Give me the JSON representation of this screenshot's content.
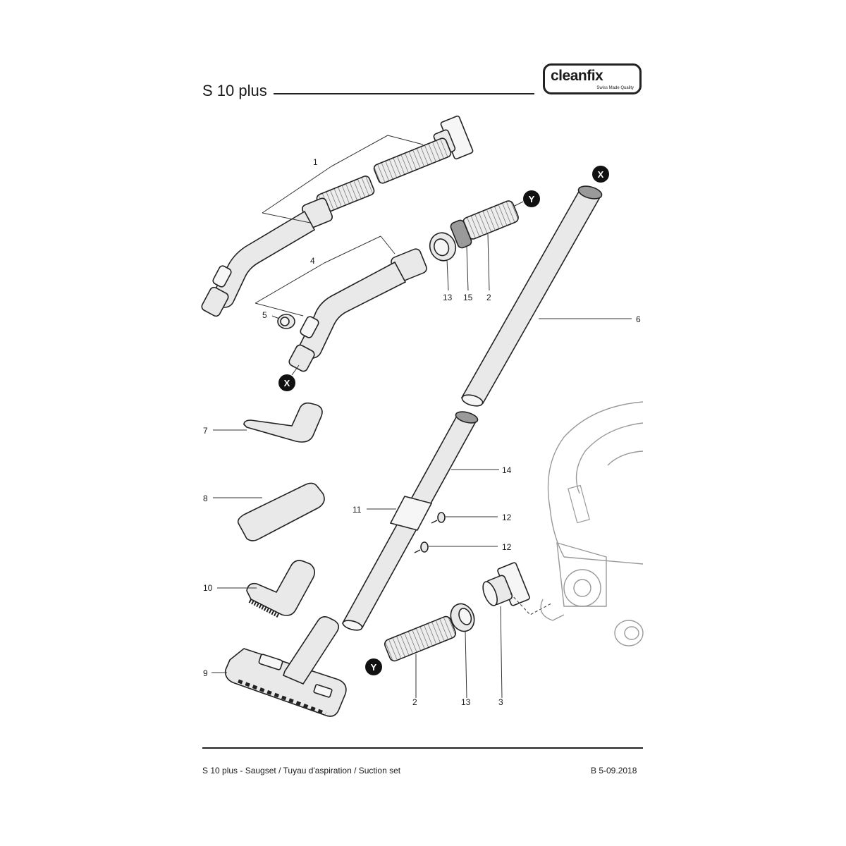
{
  "header": {
    "title": "S 10 plus",
    "logo_text": "cleanfix",
    "logo_sub": "Swiss Made Quality"
  },
  "footer": {
    "description": "S 10 plus - Saugset / Tuyau d'aspiration / Suction set",
    "doc_ref": "B 5-09.2018"
  },
  "callouts": {
    "c1": "1",
    "c2a": "2",
    "c2b": "2",
    "c3": "3",
    "c4": "4",
    "c5": "5",
    "c6": "6",
    "c7": "7",
    "c8": "8",
    "c9": "9",
    "c10": "10",
    "c11": "11",
    "c12a": "12",
    "c12b": "12",
    "c13a": "13",
    "c13b": "13",
    "c14": "14",
    "c15": "15"
  },
  "markers": {
    "x_top": "X",
    "x_bottom": "X",
    "y_top": "Y",
    "y_bottom": "Y"
  },
  "colors": {
    "line": "#222222",
    "part_fill": "#e9e9e9",
    "ring_fill": "#9a9a9a",
    "marker_fill": "#111111"
  }
}
